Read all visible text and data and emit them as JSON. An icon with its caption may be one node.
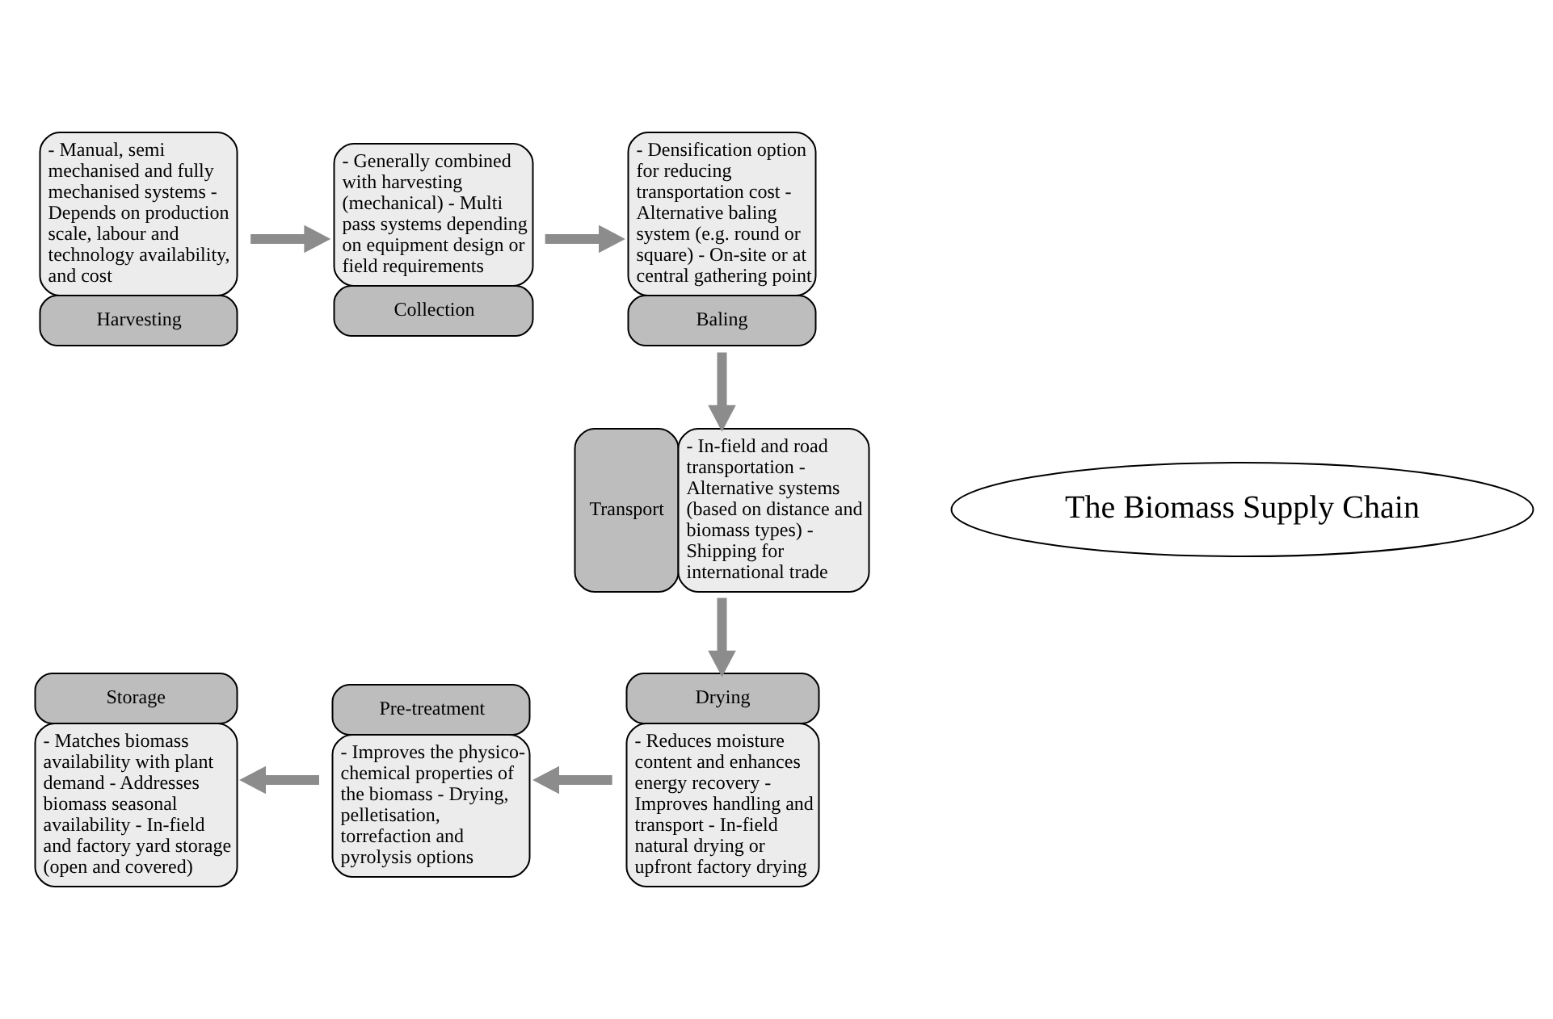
{
  "diagram": {
    "nodes": [
      {
        "text": [
          "- Manual, semi mechanised and fully mechanised systems - Depends on production scale, labour and technology availability, and cost",
          "Harvesting"
        ]
      },
      {
        "text": [
          "- Generally combined with harvesting (mechanical) - Multi pass systems depending on equipment design or field requirements",
          "Collection"
        ]
      },
      {
        "text": [
          "- Densification option for reducing transportation cost - Alternative baling system (e.g. round or square) - On-site or at central gathering point",
          "Baling"
        ]
      },
      {
        "text": [
          "The Biomass Supply Chain"
        ]
      },
      {
        "text": [
          "Transport",
          "- In-field and road transportation - Alternative systems (based on distance and biomass types) - Shipping for international trade"
        ]
      },
      {
        "text": [
          "Storage",
          "- Matches biomass availability with plant demand - Addresses biomass seasonal availability - In-field and factory yard storage (open and covered)"
        ]
      },
      {
        "text": [
          "Pre-treatment",
          "- Improves the physico-chemical properties of the biomass - Drying, pelletisation, torrefaction and pyrolysis options"
        ]
      },
      {
        "text": [
          "Drying",
          "- Reduces moisture content and enhances energy recovery - Improves handling and transport - In-field natural drying or upfront factory drying"
        ]
      }
    ],
    "edges": [
      {
        "from": 0,
        "to": 1,
        "arrow": "to"
      },
      {
        "from": 1,
        "to": 2,
        "arrow": "to"
      },
      {
        "from": 2,
        "to": 4,
        "arrow": "to"
      },
      {
        "from": 4,
        "to": 7,
        "arrow": "to"
      },
      {
        "from": 7,
        "to": 6,
        "arrow": "to"
      },
      {
        "from": 6,
        "to": 5,
        "arrow": "to"
      }
    ]
  }
}
